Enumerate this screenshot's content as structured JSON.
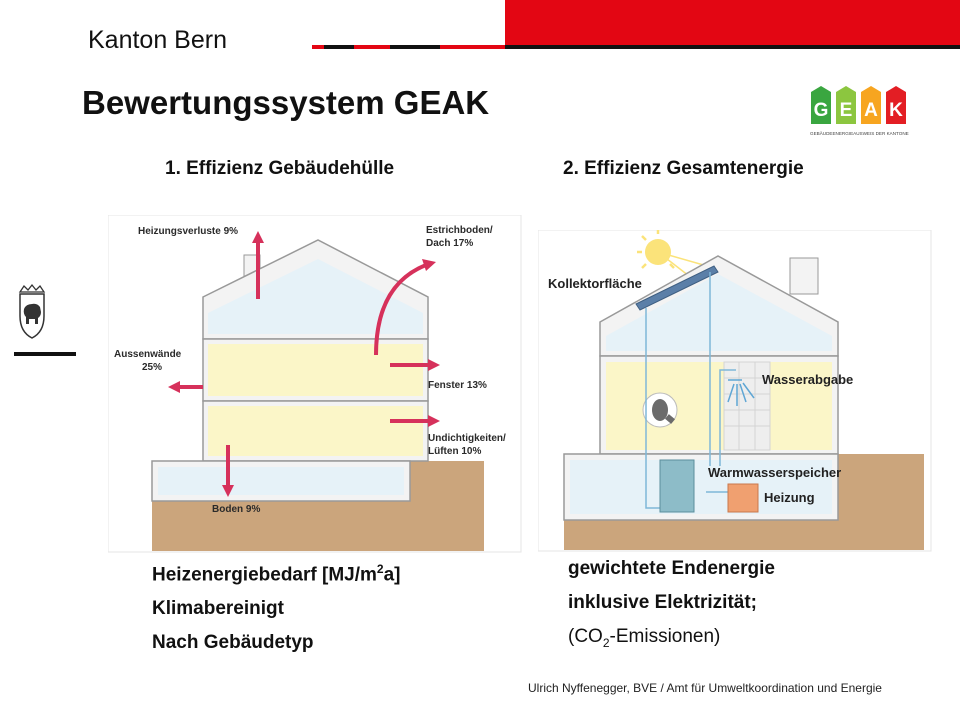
{
  "header": {
    "canton": "Kanton Bern",
    "title": "Bewertungssystem GEAK",
    "logo_letters": [
      "G",
      "E",
      "A",
      "K"
    ],
    "logo_subtitle": "GEBÄUDEENERGIEAUSWEIS DER KANTONE",
    "colors": {
      "accent_red": "#e30613",
      "bar_black": "#111111"
    }
  },
  "columns": {
    "left_heading": "1. Effizienz Gebäudehülle",
    "right_heading": "2. Effizienz Gesamtenergie"
  },
  "left_diagram": {
    "labels": {
      "heizungsverluste": "Heizungsverluste 9%",
      "estrich_1": "Estrichboden/",
      "estrich_2": "Dach 17%",
      "aussenwaende_1": "Aussenwände",
      "aussenwaende_2": "25%",
      "fenster": "Fenster 13%",
      "undicht_1": "Undichtigkeiten/",
      "undicht_2": "Lüften 10%",
      "boden": "Boden 9%"
    }
  },
  "right_diagram": {
    "labels": {
      "kollektor": "Kollektorfläche",
      "wasser": "Wasserabgabe",
      "speicher": "Warmwasserspeicher",
      "heizung": "Heizung"
    }
  },
  "left_info": {
    "line1_pre": "Heizenergiebedarf [MJ/m",
    "line1_sup": "2",
    "line1_post": "a]",
    "line2": "Klimabereinigt",
    "line3": "Nach Gebäudetyp"
  },
  "right_info": {
    "line1": "gewichtete Endenergie",
    "line2": "inklusive Elektrizität;",
    "line3_pre": "(CO",
    "line3_sub": "2",
    "line3_post": "-Emissionen)"
  },
  "footer": {
    "author": "Ulrich Nyffenegger,  BVE / Amt für Umweltkoordination und Energie"
  }
}
